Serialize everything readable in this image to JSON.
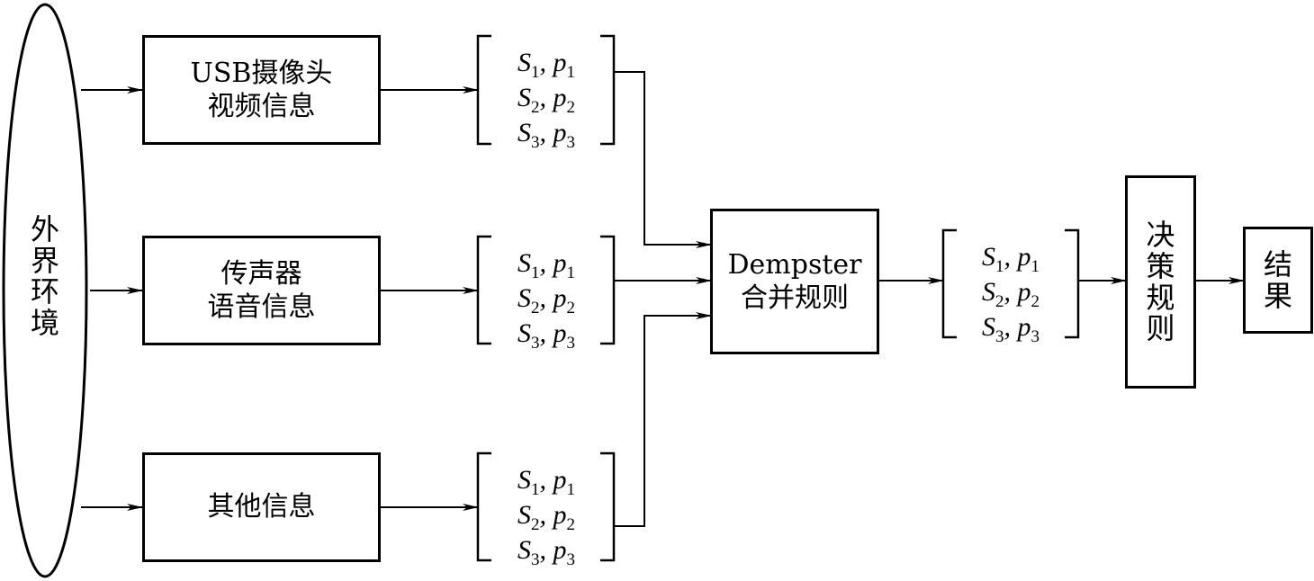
{
  "environment": {
    "label": "外\n界\n环\n境"
  },
  "sources": [
    {
      "label": "USB摄像头\n视频信息"
    },
    {
      "label": "传声器\n语音信息"
    },
    {
      "label": "其他信息"
    }
  ],
  "evidence_rows": [
    {
      "s": "S",
      "s_sub": "1",
      "p": "p",
      "p_sub": "1"
    },
    {
      "s": "S",
      "s_sub": "2",
      "p": "p",
      "p_sub": "2"
    },
    {
      "s": "S",
      "s_sub": "3",
      "p": "p",
      "p_sub": "3"
    }
  ],
  "fusion": {
    "label": "Dempster\n合并规则"
  },
  "decision": {
    "label": "决\n策\n规\n则"
  },
  "result": {
    "label": "结\n果"
  }
}
